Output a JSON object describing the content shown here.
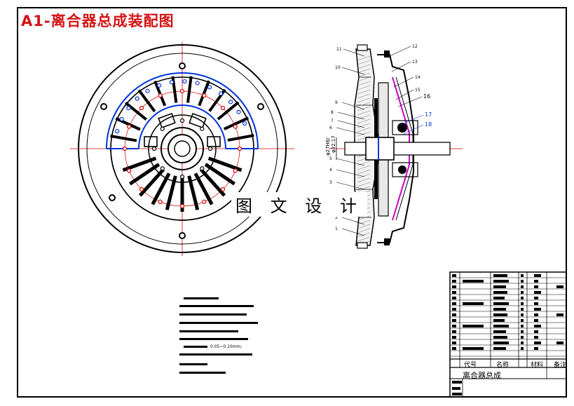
{
  "sheet": {
    "title": "A1-离合器总成装配图",
    "watermark": "图 文 设 计"
  },
  "side_view": {
    "part_numbers": [
      "11",
      "10",
      "9",
      "8",
      "7",
      "6",
      "5",
      "4",
      "3",
      "2",
      "1",
      "12",
      "13",
      "14",
      "15",
      "16",
      "17",
      "18"
    ],
    "dimensions": [
      "φ32.17",
      "φ27H8/"
    ]
  },
  "technical_notes": {
    "tolerance_text": "0.05~0.10mm;"
  },
  "title_block": {
    "headers": [
      "代号",
      "名称",
      "材料",
      "备注"
    ],
    "assembly_name": "离合器总成"
  },
  "colors": {
    "title": "#d41414",
    "outline": "#000000",
    "centerline": "#d40000",
    "highlight": "#0033dd",
    "spring": "#cc00cc"
  }
}
